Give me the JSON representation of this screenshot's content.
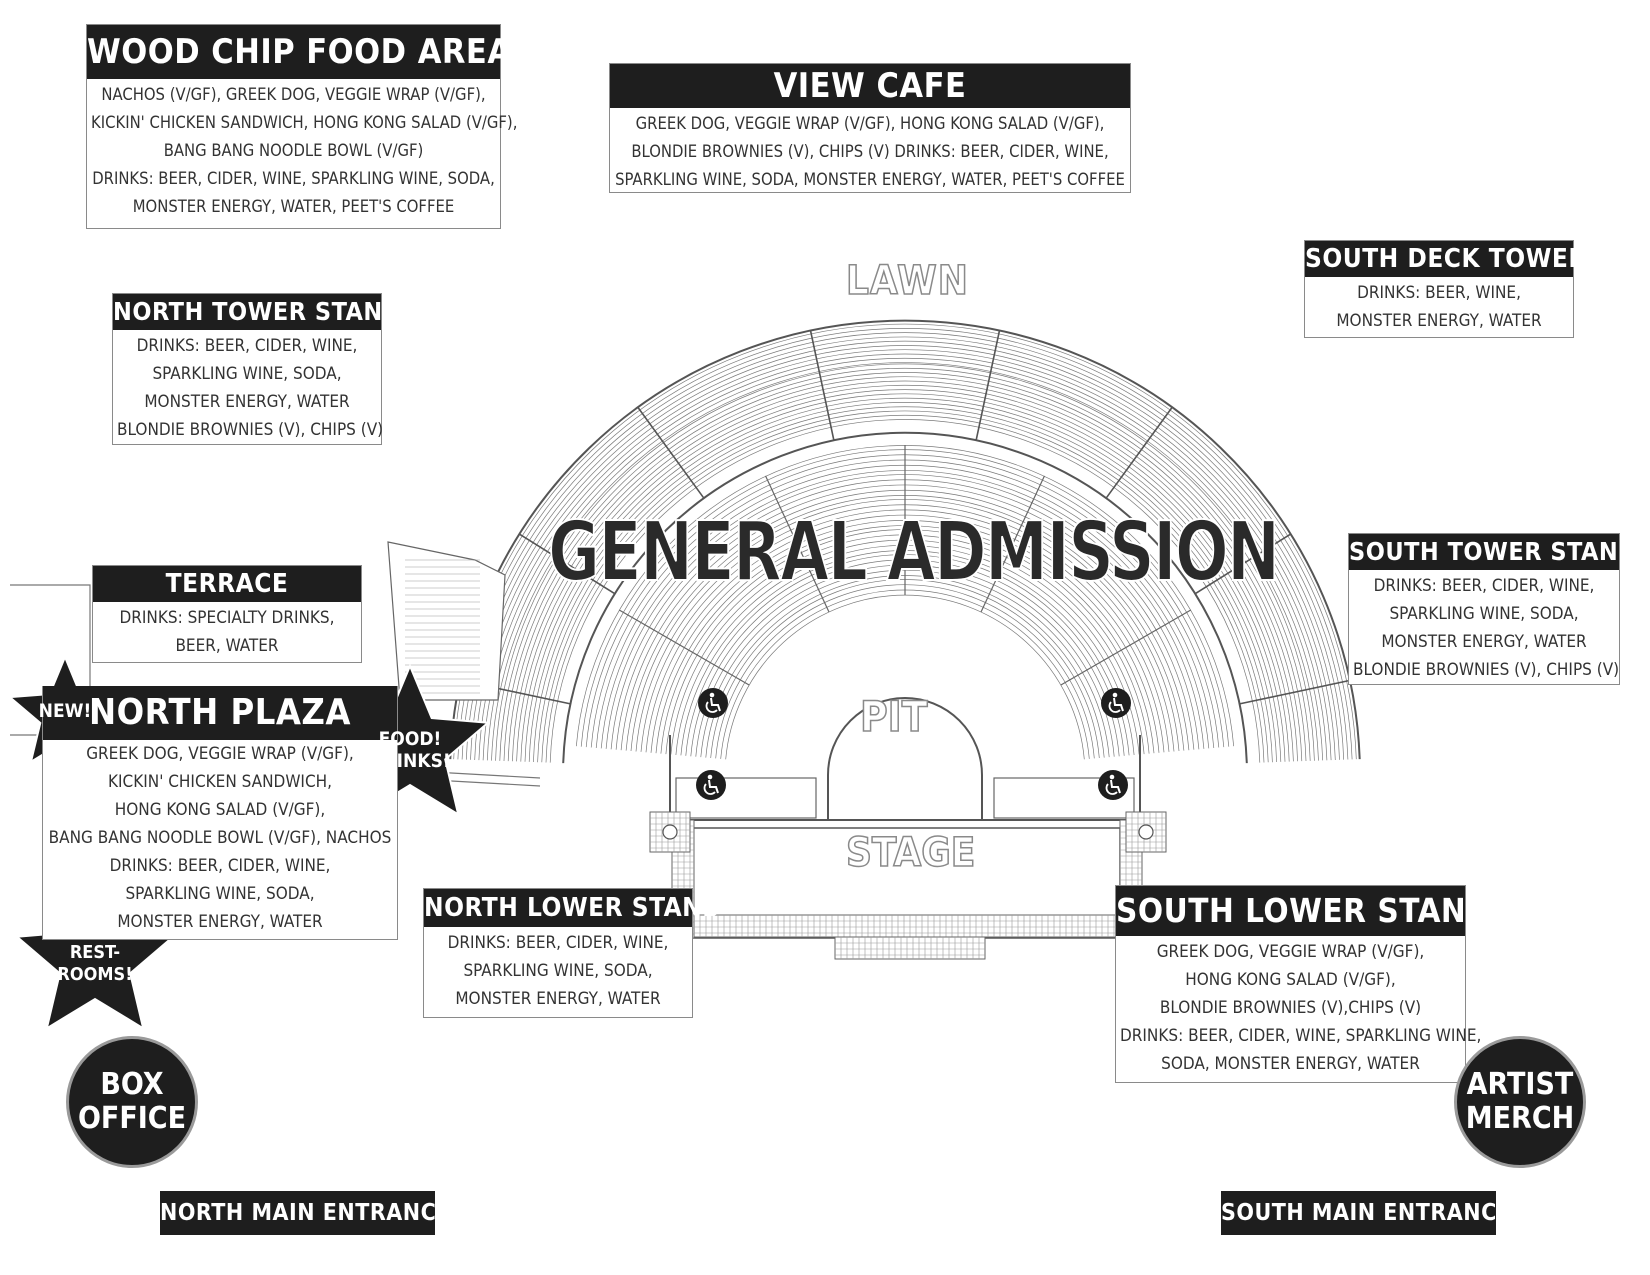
{
  "map": {
    "general_admission": "GENERAL ADMISSION",
    "lawn": "LAWN",
    "pit": "PIT",
    "stage": "STAGE",
    "accessible_icon": "wheelchair-icon",
    "colors": {
      "panel": "#1e1e1e",
      "line": "#7a7a7a",
      "area_label": "#c8c8c8"
    }
  },
  "stands": [
    {
      "name": "WOOD CHIP FOOD AREA",
      "lines": [
        "NACHOS (V/GF), GREEK DOG, VEGGIE WRAP (V/GF),",
        "KICKIN' CHICKEN SANDWICH, HONG KONG SALAD (V/GF),",
        "BANG BANG NOODLE BOWL (V/GF)",
        "DRINKS: BEER, CIDER, WINE, SPARKLING WINE, SODA,",
        "MONSTER ENERGY, WATER, PEET'S COFFEE"
      ]
    },
    {
      "name": "VIEW CAFE",
      "lines": [
        "GREEK DOG, VEGGIE WRAP (V/GF), HONG KONG SALAD (V/GF),",
        "BLONDIE BROWNIES (V), CHIPS (V) DRINKS: BEER, CIDER, WINE,",
        "SPARKLING WINE, SODA, MONSTER ENERGY, WATER, PEET'S COFFEE"
      ]
    },
    {
      "name": "SOUTH DECK TOWER",
      "lines": [
        "DRINKS: BEER, WINE,",
        "MONSTER ENERGY, WATER"
      ]
    },
    {
      "name": "NORTH TOWER STAND",
      "lines": [
        "DRINKS: BEER, CIDER, WINE,",
        "SPARKLING WINE, SODA,",
        "MONSTER ENERGY, WATER",
        "BLONDIE BROWNIES (V), CHIPS (V)"
      ]
    },
    {
      "name": "TERRACE",
      "lines": [
        "DRINKS: SPECIALTY DRINKS,",
        "BEER, WATER"
      ]
    },
    {
      "name": "SOUTH TOWER STAND",
      "lines": [
        "DRINKS: BEER, CIDER, WINE,",
        "SPARKLING WINE, SODA,",
        "MONSTER ENERGY, WATER",
        "BLONDIE BROWNIES (V), CHIPS (V)"
      ]
    },
    {
      "name": "NORTH PLAZA",
      "lines": [
        "GREEK DOG, VEGGIE WRAP (V/GF),",
        "KICKIN' CHICKEN SANDWICH,",
        "HONG KONG SALAD (V/GF),",
        "BANG BANG NOODLE BOWL (V/GF), NACHOS",
        "DRINKS: BEER, CIDER, WINE,",
        "SPARKLING WINE, SODA,",
        "MONSTER ENERGY, WATER"
      ]
    },
    {
      "name": "NORTH LOWER STAND",
      "lines": [
        "DRINKS: BEER, CIDER, WINE,",
        "SPARKLING WINE, SODA,",
        "MONSTER ENERGY, WATER"
      ]
    },
    {
      "name": "SOUTH LOWER STAND",
      "lines": [
        "GREEK DOG, VEGGIE WRAP (V/GF),",
        "HONG KONG SALAD (V/GF),",
        "BLONDIE BROWNIES (V),CHIPS (V)",
        "DRINKS: BEER, CIDER, WINE, SPARKLING WINE,",
        "SODA, MONSTER ENERGY, WATER"
      ]
    }
  ],
  "stars": [
    {
      "text": "NEW!"
    },
    {
      "text": "FOOD!\nDRINKS!"
    },
    {
      "text": "REST-\nROOMS!"
    }
  ],
  "circles": [
    {
      "text": "BOX\nOFFICE"
    },
    {
      "text": "ARTIST\nMERCH"
    }
  ],
  "entrances": [
    {
      "text": "NORTH MAIN ENTRANCE"
    },
    {
      "text": "SOUTH MAIN ENTRANCE"
    }
  ]
}
